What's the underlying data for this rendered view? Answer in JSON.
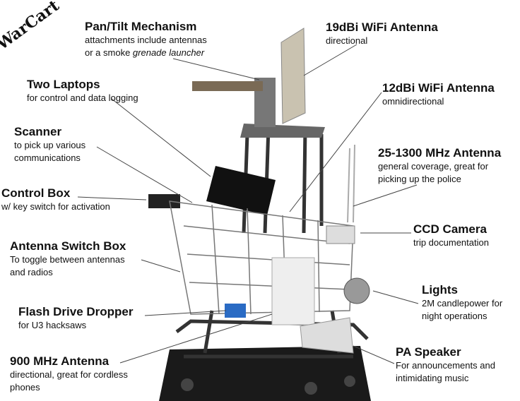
{
  "logo": "WarCart",
  "labels": {
    "pan_tilt": {
      "title": "Pan/Tilt Mechanism",
      "line1": "attachments include antennas",
      "line2_prefix": "or a smoke ",
      "line2_italic": "grenade launcher"
    },
    "laptops": {
      "title": "Two Laptops",
      "line1": "for control and data logging"
    },
    "scanner": {
      "title": "Scanner",
      "line1": "to pick up various",
      "line2": "communications"
    },
    "control_box": {
      "title": "Control Box",
      "line1": "w/ key switch for activation"
    },
    "antenna_switch": {
      "title": "Antenna Switch Box",
      "line1": "To toggle between antennas",
      "line2": "and radios"
    },
    "flash_drive": {
      "title": "Flash Drive Dropper",
      "line1": "for U3 hacksaws"
    },
    "mhz900": {
      "title": "900 MHz Antenna",
      "line1": "directional, great for cordless",
      "line2": "phones"
    },
    "wifi19": {
      "title": "19dBi WiFi Antenna",
      "line1": "directional"
    },
    "wifi12": {
      "title": "12dBi WiFi Antenna",
      "line1": "omnidirectional"
    },
    "mhz25_1300": {
      "title": "25-1300 MHz Antenna",
      "line1": "general coverage, great for",
      "line2": "picking up the police"
    },
    "ccd": {
      "title": "CCD Camera",
      "line1": "trip documentation"
    },
    "lights": {
      "title": "Lights",
      "line1": "2M candlepower for",
      "line2": "night operations"
    },
    "pa": {
      "title": "PA Speaker",
      "line1": "For announcements and",
      "line2": "intimidating music"
    }
  }
}
